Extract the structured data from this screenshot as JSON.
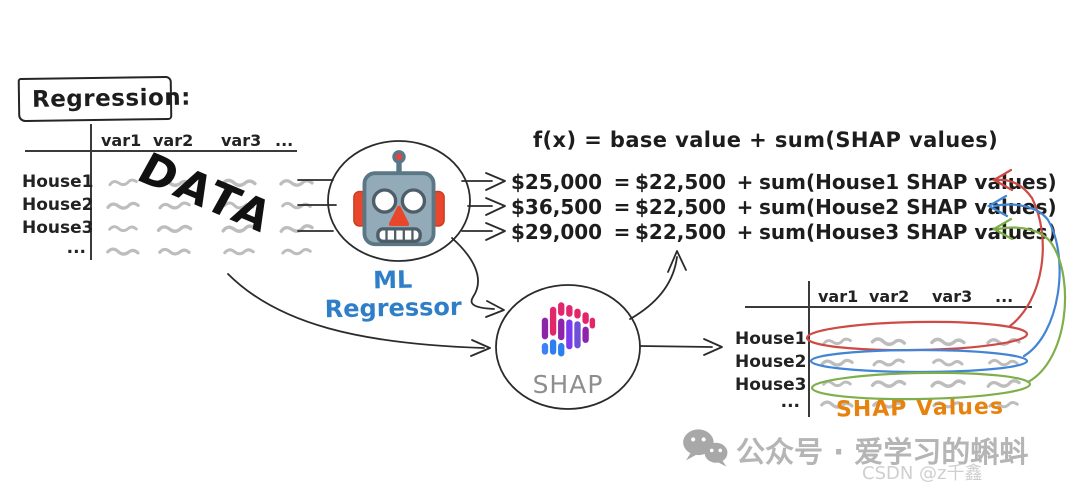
{
  "title_box": {
    "label": "Regression:"
  },
  "data_table": {
    "columns": [
      "var1",
      "var2",
      "var3",
      "..."
    ],
    "rows": [
      "House1",
      "House2",
      "House3",
      "..."
    ],
    "overlay_label": "DATA"
  },
  "ml_node": {
    "label": "ML Regressor",
    "color": "#2e7fc8"
  },
  "formula": {
    "general": "f(x) = base value + sum(SHAP values)",
    "equals_sign": "=",
    "plus_sign": "+",
    "equations": [
      {
        "result": "$25,000",
        "base": "$22,500",
        "sum": "sum(House1 SHAP values)"
      },
      {
        "result": "$36,500",
        "base": "$22,500",
        "sum": "sum(House2 SHAP values)"
      },
      {
        "result": "$29,000",
        "base": "$22,500",
        "sum": "sum(House3 SHAP values)"
      }
    ]
  },
  "shap_node": {
    "label": "SHAP"
  },
  "shap_table": {
    "columns": [
      "var1",
      "var2",
      "var3",
      "..."
    ],
    "rows": [
      "House1",
      "House2",
      "House3",
      "..."
    ],
    "caption": "SHAP Values",
    "caption_color": "#e8820e",
    "row_highlight_colors": [
      "#cf4a45",
      "#4285d4",
      "#7faf4a"
    ]
  },
  "watermark": {
    "wechat_label": "公众号 · 爱学习的蝌蚪",
    "csdn_label": "CSDN @z千鑫"
  }
}
